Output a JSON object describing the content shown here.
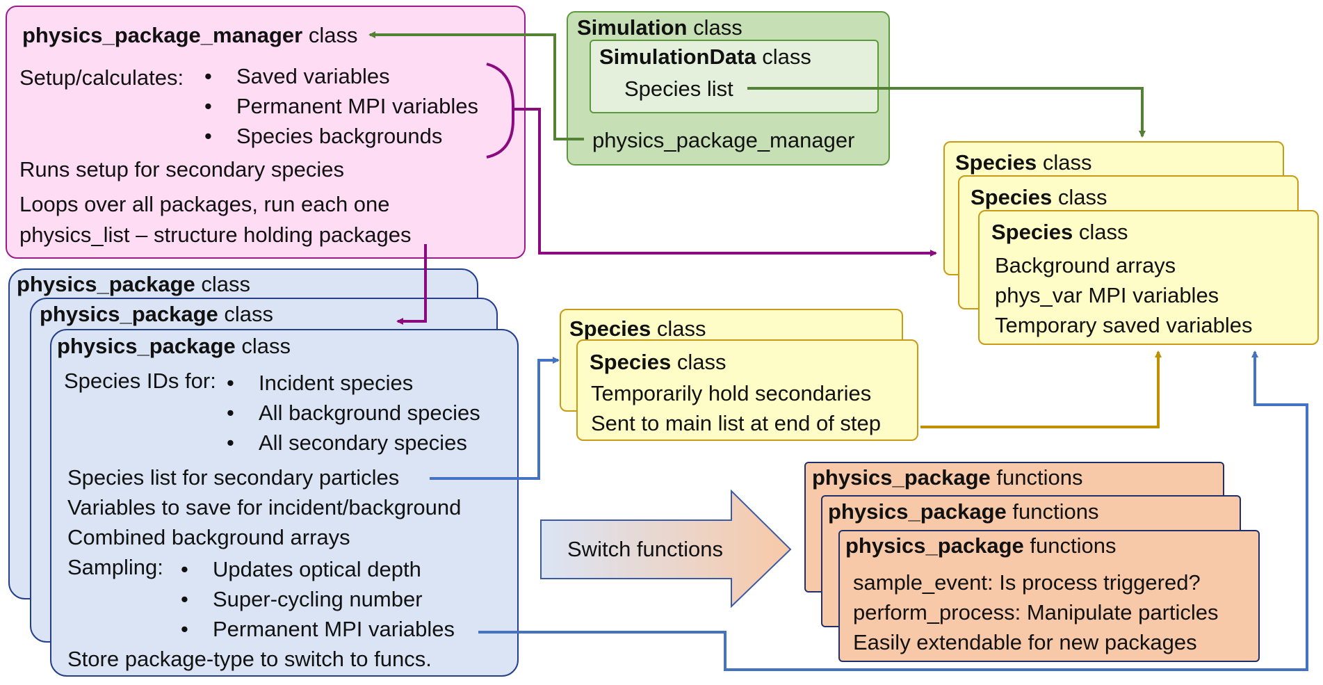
{
  "ppm": {
    "title_bold": "physics_package_manager",
    "title_rest": " class",
    "setup_label": "Setup/calculates:",
    "setup_items": [
      "Saved variables",
      "Permanent MPI variables",
      "Species backgrounds"
    ],
    "lines": [
      "Runs setup for secondary species",
      "Loops over all packages, run each one",
      "physics_list – structure holding packages"
    ]
  },
  "simulation": {
    "title_bold": "Simulation",
    "title_rest": " class",
    "data_title_bold": "SimulationData",
    "data_title_rest": " class",
    "species_list": "Species list",
    "manager": "physics_package_manager"
  },
  "species_main": {
    "title_bold": "Species",
    "title_rest": " class",
    "lines": [
      "Background arrays",
      "phys_var MPI variables",
      "Temporary saved variables"
    ]
  },
  "species_temp": {
    "title_bold": "Species",
    "title_rest": " class",
    "lines": [
      "Temporarily hold secondaries",
      "Sent to main list at end of step"
    ]
  },
  "physics_package": {
    "title_bold": "physics_package",
    "title_rest": " class",
    "ids_label": "Species IDs for:",
    "ids_items": [
      "Incident species",
      "All background species",
      "All secondary species"
    ],
    "lines": [
      "Species list for secondary particles",
      "Variables to save for incident/background",
      "Combined background arrays"
    ],
    "sampling_label": "Sampling:",
    "sampling_items": [
      "Updates optical depth",
      "Super-cycling number",
      "Permanent MPI variables"
    ],
    "footer": "Store package-type to switch to funcs."
  },
  "switch": {
    "label": "Switch functions"
  },
  "functions": {
    "title_bold": "physics_package",
    "title_rest": " functions",
    "lines": [
      "sample_event: Is process triggered?",
      "perform_process: Manipulate particles",
      "Easily extendable for new packages"
    ]
  },
  "colors": {
    "green_arrow": "#548235",
    "purple_arrow": "#8b0a7e",
    "blue_arrow": "#4472c4",
    "gold_arrow": "#bf9000"
  }
}
